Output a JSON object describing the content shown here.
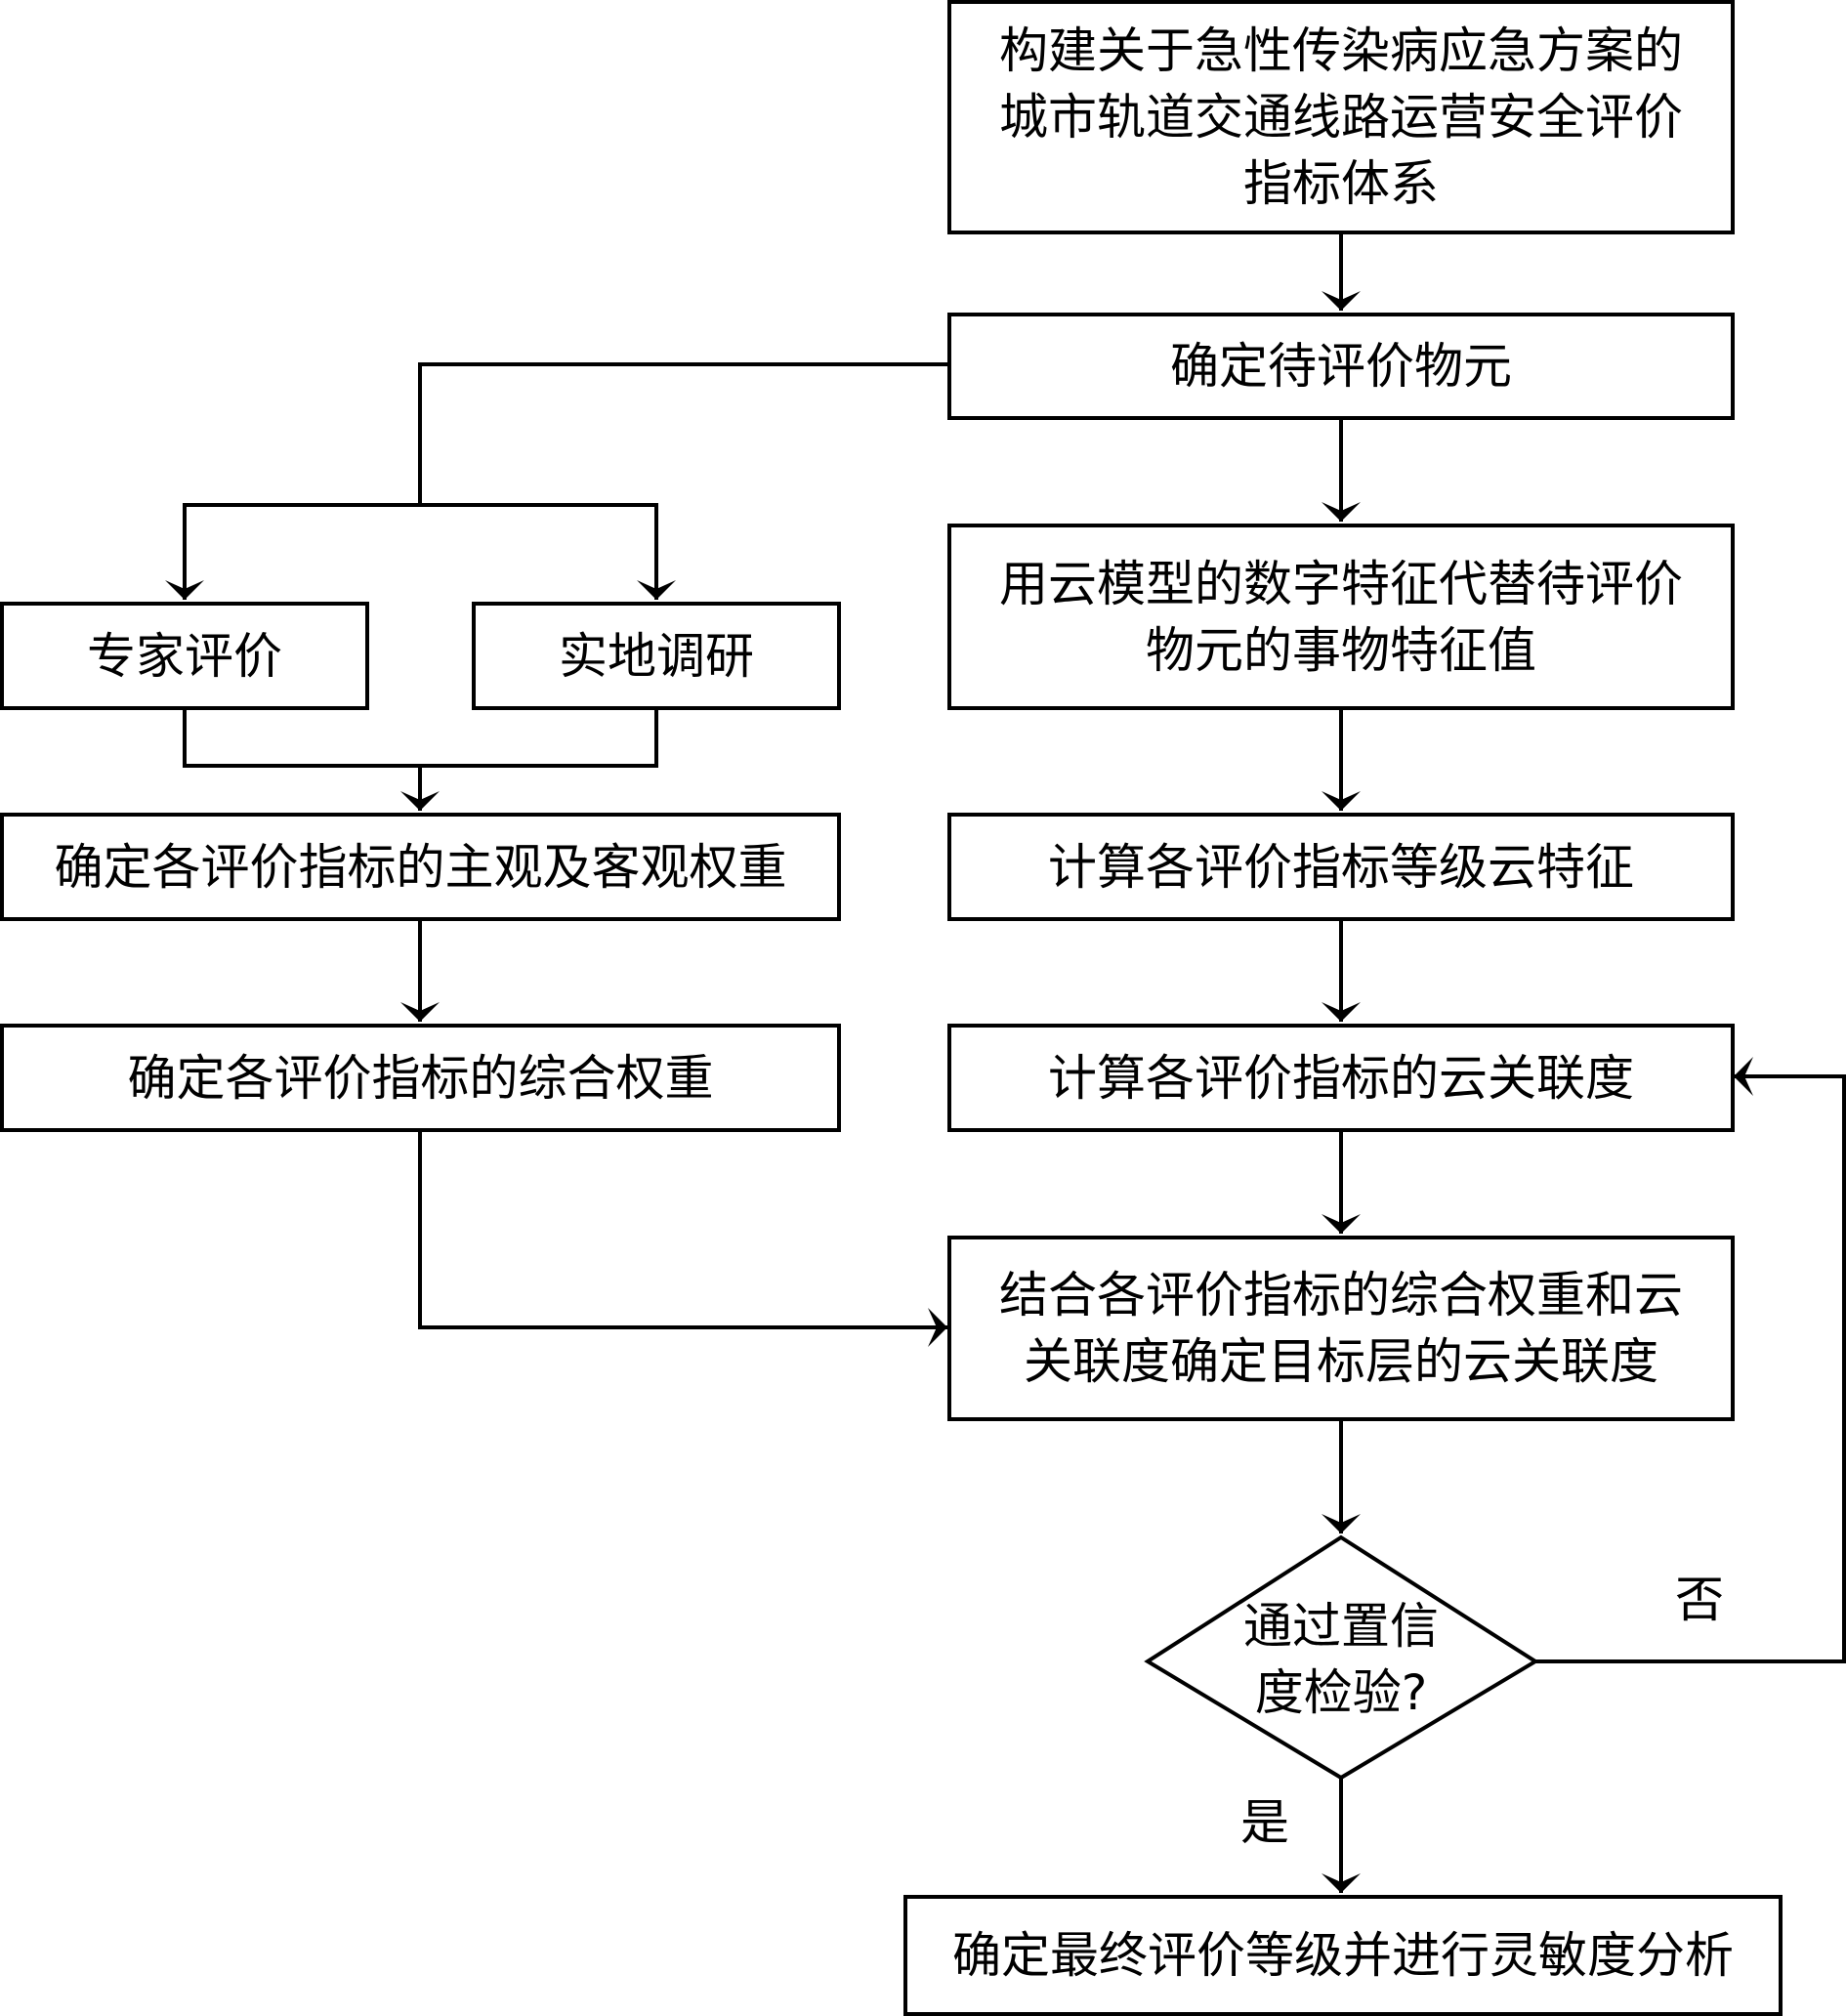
{
  "nodes": {
    "build_index": "构建关于急性传染病应急方案的\n城市轨道交通线路运营安全评价\n指标体系",
    "determine_matter": "确定待评价物元",
    "expert_eval": "专家评价",
    "field_survey": "实地调研",
    "cloud_digital": "用云模型的数字特征代替待评价\n物元的事物特征值",
    "subj_obj_weight": "确定各评价指标的主观及客观权重",
    "grade_cloud": "计算各评价指标等级云特征",
    "combined_weight": "确定各评价指标的综合权重",
    "cloud_relevance": "计算各评价指标的云关联度",
    "target_relevance": "结合各评价指标的综合权重和云\n关联度确定目标层的云关联度",
    "decision": "通过置信\n度检验?",
    "final": "确定最终评价等级并进行灵敏度分析"
  },
  "edge_labels": {
    "no": "否",
    "yes": "是"
  }
}
